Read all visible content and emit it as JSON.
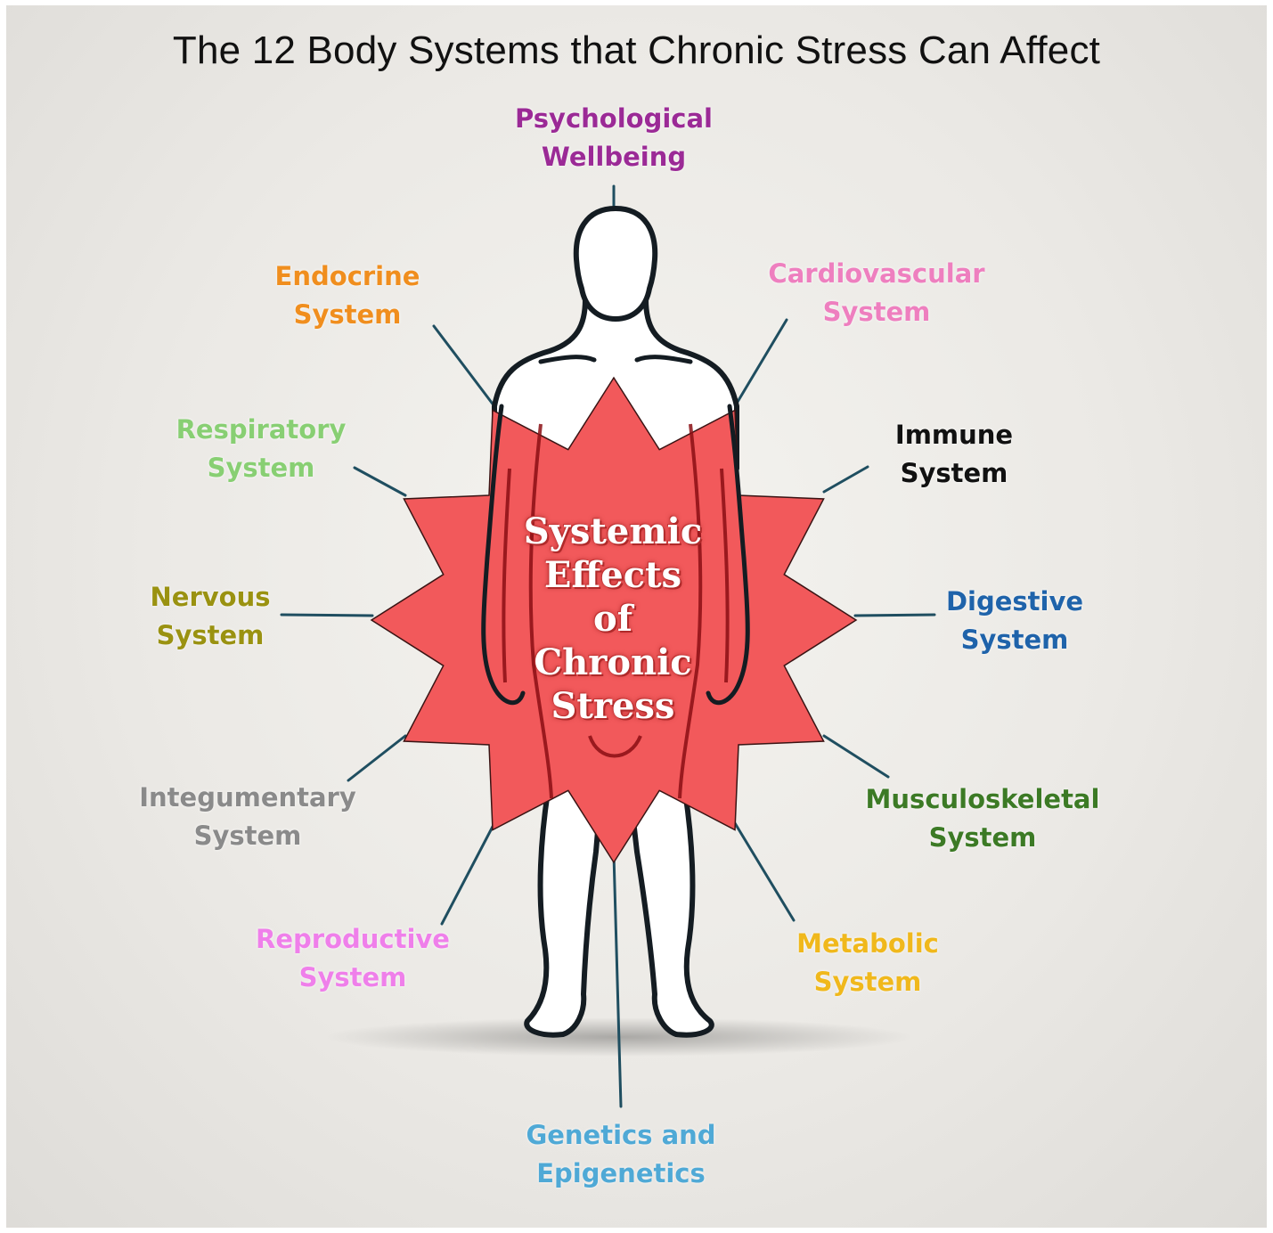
{
  "title": "The 12 Body Systems that Chronic Stress Can Affect",
  "center": {
    "lines": [
      "Systemic",
      "Effects",
      "of",
      "Chronic",
      "Stress"
    ]
  },
  "colors": {
    "starburst": "#f2595b",
    "connector": "#1f4e60",
    "outline": "#141c22"
  },
  "systems": [
    {
      "id": "psychological",
      "lines": [
        "Psychological",
        "Wellbeing"
      ],
      "color": "#9b2a96"
    },
    {
      "id": "cardiovascular",
      "lines": [
        "Cardiovascular",
        "System"
      ],
      "color": "#ee7fbf"
    },
    {
      "id": "immune",
      "lines": [
        "Immune",
        "System"
      ],
      "color": "#111111"
    },
    {
      "id": "digestive",
      "lines": [
        "Digestive",
        "System"
      ],
      "color": "#1f63aa"
    },
    {
      "id": "musculoskeletal",
      "lines": [
        "Musculoskeletal",
        "System"
      ],
      "color": "#3c7a25"
    },
    {
      "id": "metabolic",
      "lines": [
        "Metabolic",
        "System"
      ],
      "color": "#f0b81c"
    },
    {
      "id": "genetics",
      "lines": [
        "Genetics and",
        "Epigenetics"
      ],
      "color": "#4fa9d6"
    },
    {
      "id": "reproductive",
      "lines": [
        "Reproductive",
        "System"
      ],
      "color": "#ef7fea"
    },
    {
      "id": "integumentary",
      "lines": [
        "Integumentary",
        "System"
      ],
      "color": "#8a8a8a"
    },
    {
      "id": "nervous",
      "lines": [
        "Nervous",
        "System"
      ],
      "color": "#9a9211"
    },
    {
      "id": "respiratory",
      "lines": [
        "Respiratory",
        "System"
      ],
      "color": "#88cf73"
    },
    {
      "id": "endocrine",
      "lines": [
        "Endocrine",
        "System"
      ],
      "color": "#f08e1e"
    }
  ]
}
